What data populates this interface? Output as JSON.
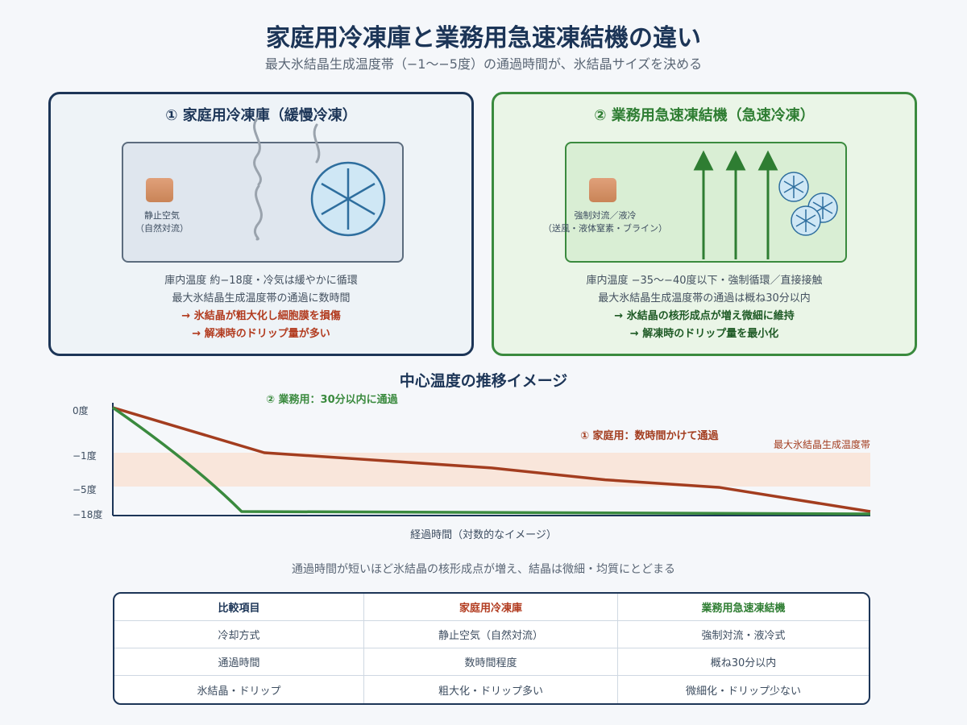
{
  "header": {
    "title": "家庭用冷凍庫と業務用急速凍結機の違い",
    "subtitle": "最大氷結晶生成温度帯（−1〜−5度）の通過時間が、氷結晶サイズを決める"
  },
  "panels": {
    "home": {
      "heading": "① 家庭用冷凍庫（緩慢冷凍）",
      "chamber_label_1": "静止空気",
      "chamber_label_2": "（自然対流）",
      "line1": "庫内温度 約−18度・冷気は緩やかに循環",
      "line2": "最大氷結晶生成温度帯の通過に数時間",
      "line3": "→ 氷結晶が粗大化し細胞膜を損傷",
      "line4": "→ 解凍時のドリップ量が多い",
      "accent": "#1c3557",
      "icons": [
        "food-block-icon",
        "cold-air-wave-icon",
        "large-ice-crystal-icon"
      ]
    },
    "business": {
      "heading": "② 業務用急速凍結機（急速冷凍）",
      "chamber_label_1": "強制対流／液冷",
      "chamber_label_2": "（送風・液体窒素・ブライン）",
      "line1": "庫内温度 −35〜−40度以下・強制循環／直接接触",
      "line2": "最大氷結晶生成温度帯の通過は概ね30分以内",
      "line3": "→ 氷結晶の核形成点が増え微細に維持",
      "line4": "→ 解凍時のドリップ量を最小化",
      "accent": "#2e7d32",
      "icons": [
        "food-block-icon",
        "forced-airflow-arrow-icon",
        "small-ice-crystal-icon"
      ]
    }
  },
  "chart": {
    "title": "中心温度の推移イメージ",
    "caption": "通過時間が短いほど氷結晶の核形成点が増え、結晶は微細・均質にとどまる"
  },
  "chart_data": {
    "type": "line",
    "title": "中心温度の推移イメージ",
    "xlabel": "経過時間（対数的なイメージ）",
    "ylabel": "",
    "yticks": [
      {
        "label": "0度",
        "value": 0
      },
      {
        "label": "−1度",
        "value": -1
      },
      {
        "label": "−5度",
        "value": -5
      },
      {
        "label": "−18度",
        "value": -18
      }
    ],
    "band": {
      "label": "最大氷結晶生成温度帯",
      "from": -1,
      "to": -5,
      "color": "#f9e6db"
    },
    "series": [
      {
        "name": "① 家庭用：数時間かけて通過",
        "color": "#a33d1f",
        "points": [
          [
            0,
            0
          ],
          [
            0.08,
            -0.4
          ],
          [
            0.2,
            -1
          ],
          [
            0.5,
            -2.8
          ],
          [
            0.65,
            -4.2
          ],
          [
            0.8,
            -5.4
          ],
          [
            1.0,
            -18
          ]
        ]
      },
      {
        "name": "② 業務用：30分以内に通過",
        "color": "#3a8a3e",
        "points": [
          [
            0,
            0
          ],
          [
            0.05,
            -0.6
          ],
          [
            0.1,
            -1.8
          ],
          [
            0.15,
            -4.5
          ],
          [
            0.17,
            -18
          ],
          [
            1.0,
            -18.4
          ]
        ]
      }
    ]
  },
  "table": {
    "headers": [
      "比較項目",
      "家庭用冷凍庫",
      "業務用急速凍結機"
    ],
    "rows": [
      [
        "冷却方式",
        "静止空気（自然対流）",
        "強制対流・液冷式"
      ],
      [
        "通過時間",
        "数時間程度",
        "概ね30分以内"
      ],
      [
        "氷結晶・ドリップ",
        "粗大化・ドリップ多い",
        "微細化・ドリップ少ない"
      ]
    ]
  }
}
